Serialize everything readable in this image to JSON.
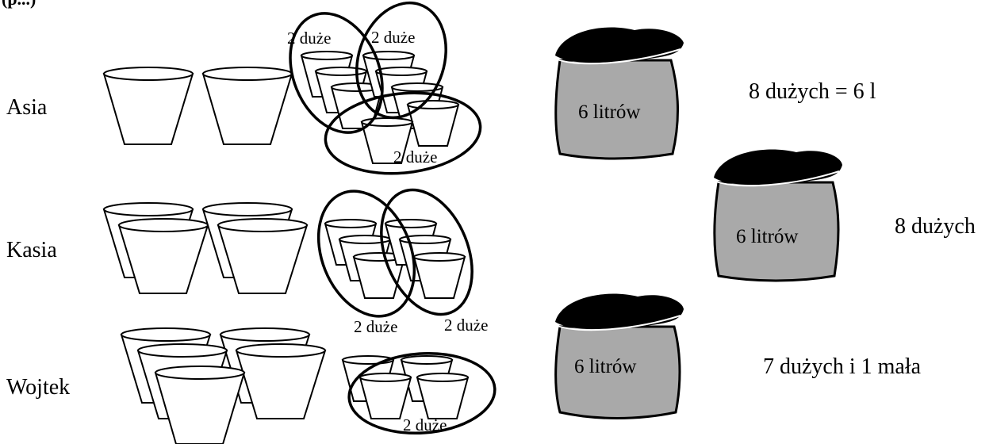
{
  "header_fragment": "(p...)",
  "rows": [
    {
      "name": "Asia",
      "group_labels": [
        "2 duże",
        "2 duże",
        "2 duże"
      ],
      "bag_label": "6 litrów",
      "result": "8 dużych = 6 l"
    },
    {
      "name": "Kasia",
      "group_labels": [
        "2 duże",
        "2 duże"
      ],
      "bag_label": "6 litrów",
      "result": "8 dużych"
    },
    {
      "name": "Wojtek",
      "group_labels": [
        "2 duże"
      ],
      "bag_label": "6 litrów",
      "result": "7 dużych i 1 mała"
    }
  ],
  "colors": {
    "bag_body": "#a9a9a9",
    "bag_top": "#000000",
    "outline": "#000000"
  }
}
